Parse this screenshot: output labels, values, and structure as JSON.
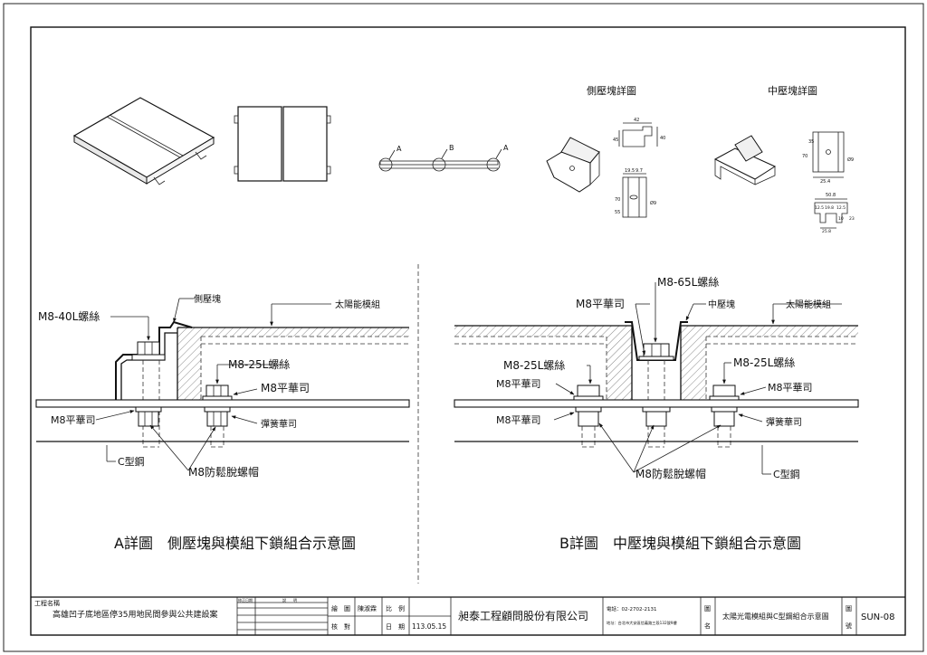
{
  "views": {
    "side_block_title": "側壓塊詳圖",
    "mid_block_title": "中壓塊詳圖",
    "marker_a": "A",
    "marker_b": "B",
    "dims_side": [
      "42",
      "45",
      "40",
      "19.5",
      "9.7",
      "70",
      "55",
      "Ø9"
    ],
    "dims_mid": [
      "70",
      "35",
      "25.4",
      "Ø9",
      "50.8",
      "12.5",
      "19.8",
      "12.5",
      "10",
      "23",
      "25.8"
    ]
  },
  "detail_a": {
    "side_block": "側壓塊",
    "solar_module": "太陽能模組",
    "bolt_40": "M8-40L螺絲",
    "bolt_25": "M8-25L螺絲",
    "washer_upper": "M8平華司",
    "washer_lower": "M8平華司",
    "spring_washer": "彈簧華司",
    "c_steel": "C型鋼",
    "lock_nut": "M8防鬆脫螺帽",
    "caption": "A詳圖　側壓塊與模組下鎖組合示意圖"
  },
  "detail_b": {
    "bolt_65": "M8-65L螺絲",
    "washer_top": "M8平華司",
    "mid_block": "中壓塊",
    "solar_module": "太陽能模組",
    "bolt_25_left": "M8-25L螺絲",
    "bolt_25_right": "M8-25L螺絲",
    "washer_left": "M8平華司",
    "washer_right": "M8平華司",
    "washer_lower": "M8平華司",
    "spring_washer": "彈簧華司",
    "lock_nut": "M8防鬆脫螺帽",
    "c_steel": "C型鋼",
    "caption": "B詳圖　中壓塊與模組下鎖組合示意圖"
  },
  "title_block": {
    "project_label": "工程名稱",
    "project_name": "高雄凹子底地區停35用地民間參與公共建設案",
    "rev_date_label": "修正日期",
    "rev_note_label": "說　　明",
    "drawn_label": "繪　圖",
    "drawn_name": "陳淑霖",
    "checked_label": "核　對",
    "scale_label": "比　例",
    "date_label": "日　期",
    "date_value": "113.05.15",
    "company": "昶泰工程顧問股份有限公司",
    "phone": "電話：02-2702-2131",
    "address": "地址：台北市大安區信義路三段132號9樓",
    "drawing_name_label_1": "圖",
    "drawing_name_label_2": "名",
    "drawing_name": "太陽光電模組與C型鋼組合示意圖",
    "drawing_no_label_1": "圖",
    "drawing_no_label_2": "號",
    "drawing_no": "SUN-08"
  }
}
